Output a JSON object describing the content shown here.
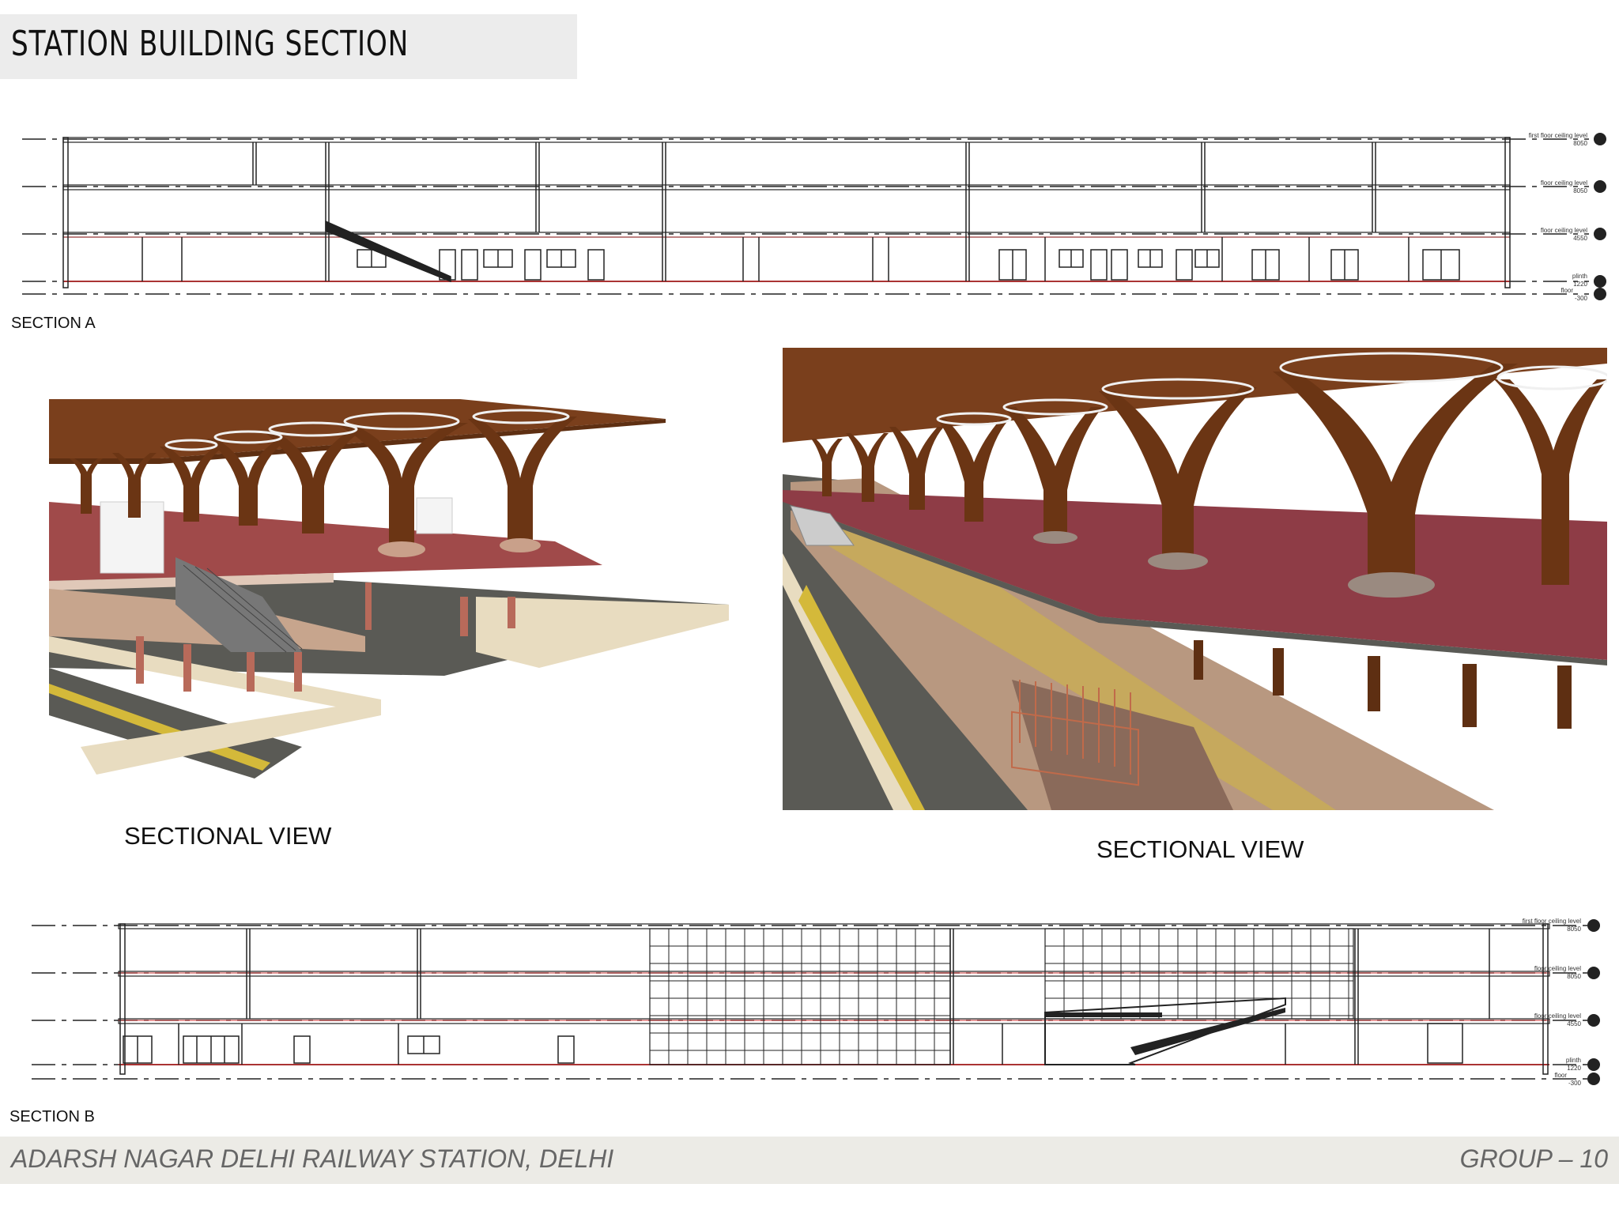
{
  "header": {
    "title": "STATION BUILDING SECTION"
  },
  "section_a": {
    "label": "SECTION A",
    "levels": [
      {
        "name": "first floor ceiling level",
        "value": "8050"
      },
      {
        "name": "floor ceiling level",
        "value": "8050"
      },
      {
        "name": "floor ceiling level",
        "value": "4550"
      },
      {
        "name": "plinth",
        "value": "1220"
      },
      {
        "name": "floor",
        "value": "-300"
      }
    ]
  },
  "views": {
    "left_label": "SECTIONAL VIEW",
    "right_label": "SECTIONAL VIEW"
  },
  "section_b": {
    "label": "SECTION B",
    "levels": [
      {
        "name": "first floor ceiling level",
        "value": "8050"
      },
      {
        "name": "floor ceiling level",
        "value": "8050"
      },
      {
        "name": "floor ceiling level",
        "value": "4550"
      },
      {
        "name": "plinth",
        "value": "1220"
      },
      {
        "name": "floor",
        "value": "-300"
      }
    ]
  },
  "footer": {
    "project": "ADARSH NAGAR DELHI RAILWAY STATION, DELHI",
    "group": "GROUP – 10"
  },
  "colors": {
    "roof": "#7a3f1c",
    "column": "#6b3514",
    "platform": "#a04a4a",
    "track": "#5a5a55",
    "edge": "#e8dcc0",
    "stripe": "#d4b93a"
  }
}
